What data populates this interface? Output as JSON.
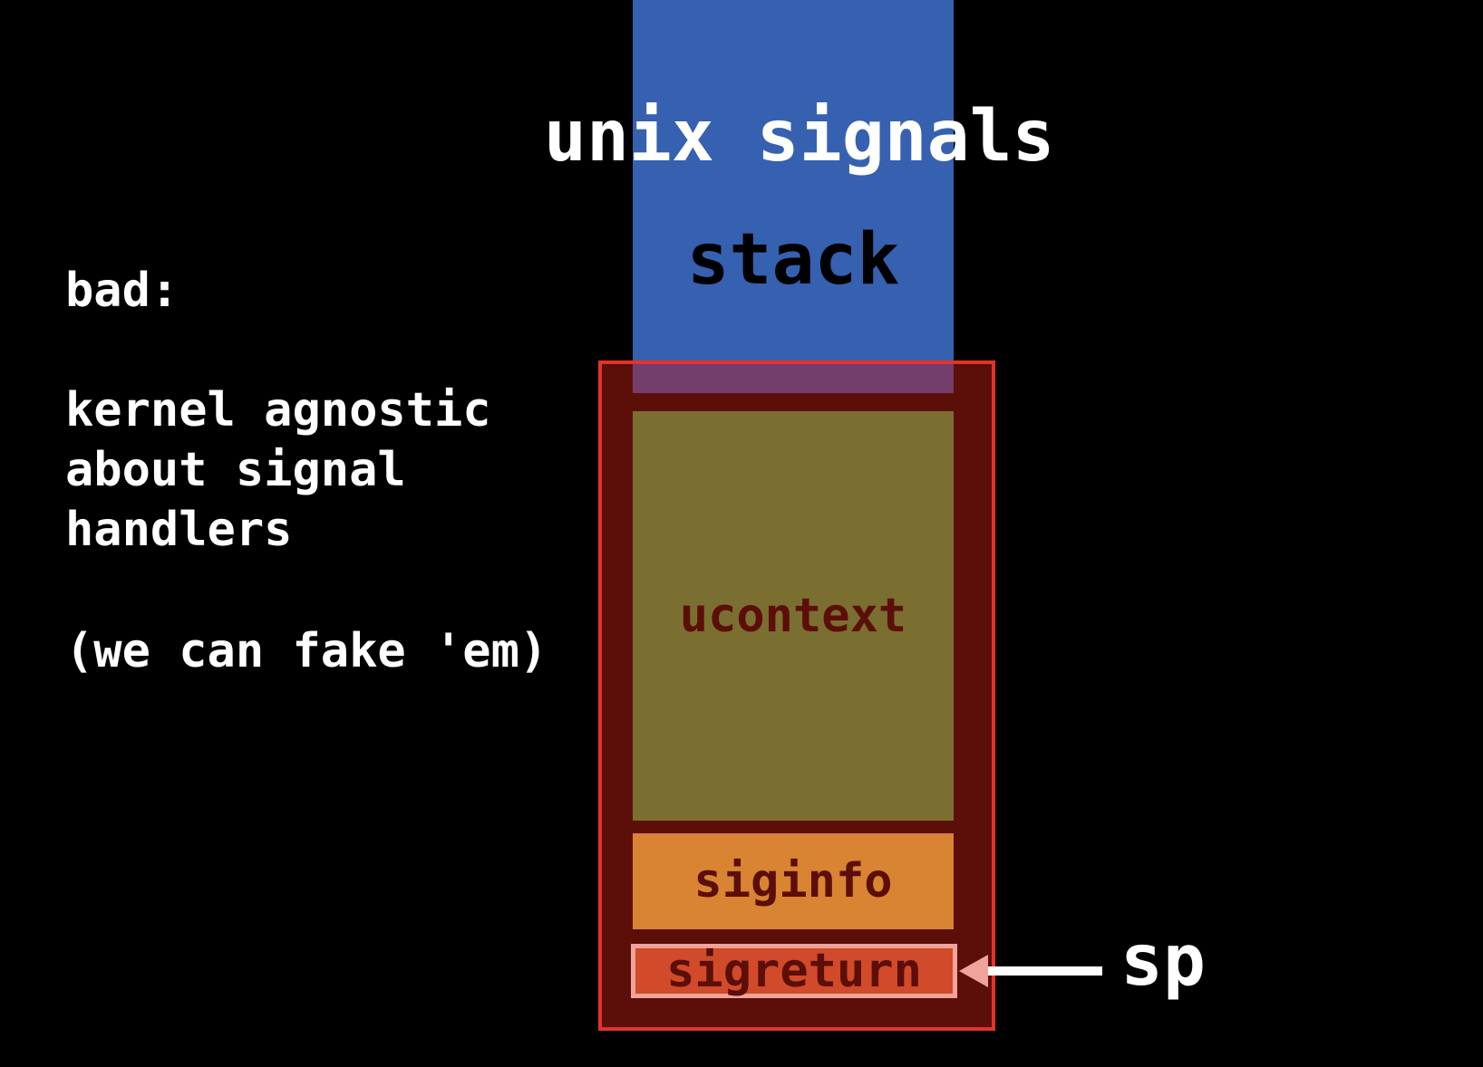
{
  "slide": {
    "title": "unix signals"
  },
  "diagram": {
    "stack_label": "stack",
    "ucontext_label": "ucontext",
    "siginfo_label": "siginfo",
    "sigreturn_label": "sigreturn",
    "pointer_label": "sp",
    "colors": {
      "stack": "#3660b0",
      "frame": "#5c0e09",
      "frame_border": "#e0342a",
      "ucontext": "#7a6f30",
      "siginfo": "#d88432",
      "sigreturn": "#d14a2a",
      "sigreturn_border": "#f0a39a"
    },
    "arrow_icon": "left-arrow-icon"
  },
  "notes": {
    "heading": "bad:",
    "lines": [
      "kernel agnostic",
      "about signal",
      "handlers"
    ],
    "aside": "(we can fake 'em)"
  }
}
